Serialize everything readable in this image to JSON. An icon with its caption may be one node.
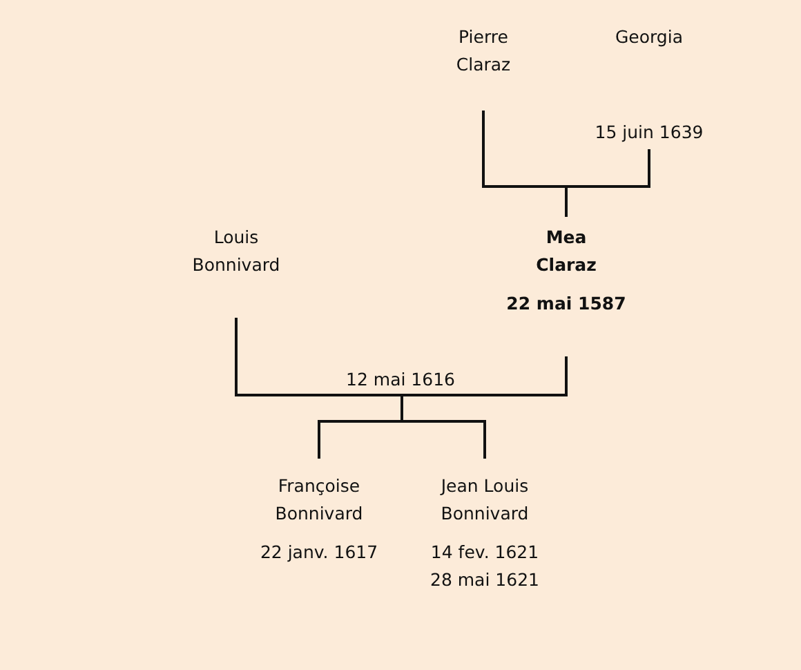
{
  "diagram": {
    "nodes": [
      {
        "text": [
          "Pierre Claraz"
        ]
      },
      {
        "text": [
          "Georgia",
          "15 juin 1639"
        ]
      },
      {
        "text": [
          "Louis Bonnivard"
        ]
      },
      {
        "text": [
          "Mea Claraz",
          "22 mai 1587"
        ]
      },
      {
        "text": [
          "Françoise Bonnivard",
          "22 janv. 1617"
        ]
      },
      {
        "text": [
          "Jean Louis Bonnivard",
          "14 fev. 1621",
          "28 mai 1621"
        ]
      }
    ],
    "edges": [
      {
        "from": 0,
        "to": 3,
        "arrow": "none"
      },
      {
        "from": 1,
        "to": 3,
        "arrow": "none"
      },
      {
        "from": 2,
        "to": 4,
        "arrow": "none",
        "label": "12 mai 1616"
      },
      {
        "from": 2,
        "to": 5,
        "arrow": "none"
      },
      {
        "from": 3,
        "to": 4,
        "arrow": "none"
      },
      {
        "from": 3,
        "to": 5,
        "arrow": "none"
      }
    ]
  }
}
